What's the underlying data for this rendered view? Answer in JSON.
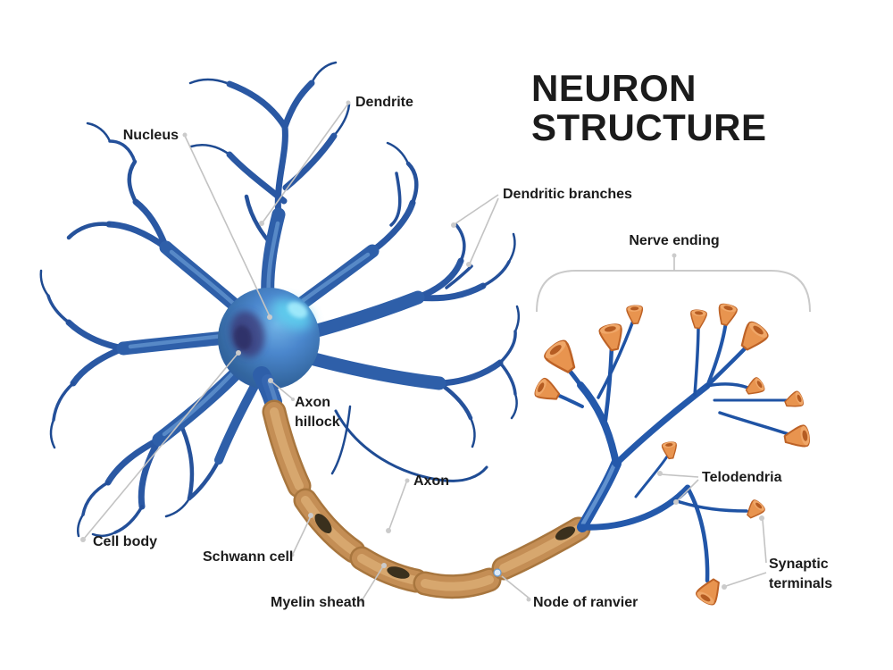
{
  "title": {
    "line1": "NEURON",
    "line2": "STRUCTURE"
  },
  "labels": {
    "nucleus": "Nucleus",
    "dendrite": "Dendrite",
    "dendritic_branches": "Dendritic branches",
    "nerve_ending": "Nerve ending",
    "axon_hillock_1": "Axon",
    "axon_hillock_2": "hillock",
    "cell_body": "Cell body",
    "axon": "Axon",
    "schwann_cell": "Schwann cell",
    "myelin_sheath": "Myelin sheath",
    "node_of_ranvier": "Node of ranvier",
    "telodendria": "Telodendria",
    "synaptic_terminals_1": "Synaptic",
    "synaptic_terminals_2": "terminals"
  },
  "colors": {
    "background": "#ffffff",
    "text": "#1b1b1b",
    "neuron_blue": "#2b5fae",
    "neuron_blue_dark": "#1e4a91",
    "soma_highlight": "#5ed2f0",
    "nucleus_spot": "#3a3672",
    "myelin_tan": "#c48e55",
    "myelin_tan_light": "#dcae74",
    "terminal_orange": "#e8944f",
    "terminal_orange_dark": "#bd6226",
    "leader_gray": "#c3c3c3"
  }
}
